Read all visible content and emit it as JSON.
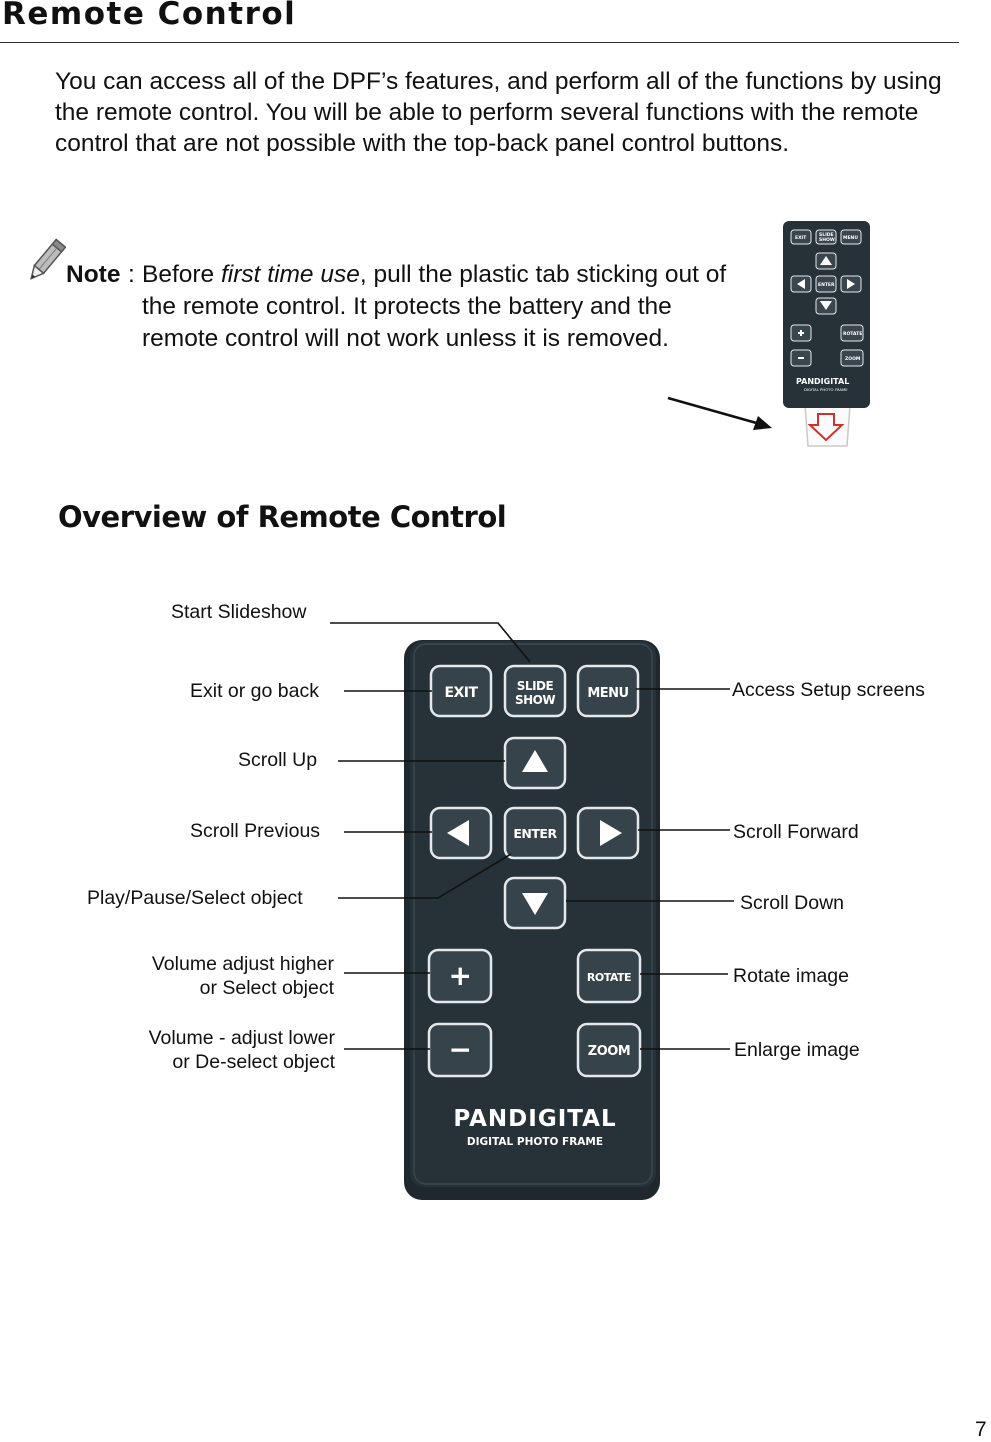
{
  "page": {
    "title": "Remote Control",
    "intro": "You can access all of the DPF’s features, and perform all of the functions by using the remote control. You will be able to perform several functions with the remote control that are not possible with the top-back panel control buttons.",
    "note": {
      "label": "Note",
      "text_before": "Before ",
      "text_emphasis": "first time use",
      "text_after": ", pull the plastic tab sticking out of the remote control. It protects the battery and the remote control will not work unless it is removed."
    },
    "section_title": "Overview of Remote Control",
    "page_number": "7"
  },
  "remote": {
    "buttons": {
      "exit": "EXIT",
      "slideshow_line1": "SLIDE",
      "slideshow_line2": "SHOW",
      "menu": "MENU",
      "enter": "ENTER",
      "rotate": "ROTATE",
      "zoom": "ZOOM",
      "plus": "+",
      "minus": "−"
    },
    "brand": "PANDIGITAL",
    "brand_sub": "DIGITAL PHOTO FRAME"
  },
  "callouts": {
    "start_slideshow": "Start Slideshow",
    "exit_go_back": "Exit or go back",
    "scroll_up": "Scroll Up",
    "scroll_previous": "Scroll Previous",
    "play_pause": "Play/Pause/Select object",
    "volume_higher_1": "Volume adjust higher",
    "volume_higher_2": "or Select object",
    "volume_lower_1": "Volume - adjust lower",
    "volume_lower_2": "or De-select object",
    "access_setup": "Access Setup screens",
    "scroll_forward": "Scroll Forward",
    "scroll_down": "Scroll Down",
    "rotate_image": "Rotate image",
    "enlarge_image": "Enlarge image"
  },
  "colors": {
    "remote_body": "#263238",
    "button_face": "#37434a",
    "button_border": "#e6e9ec",
    "pull_tab_arrow": "#d32f2f"
  },
  "icons": [
    "pencil-note-icon",
    "arrow-up-icon",
    "arrow-down-icon",
    "arrow-left-icon",
    "arrow-right-icon",
    "pull-tab-arrow-icon"
  ]
}
